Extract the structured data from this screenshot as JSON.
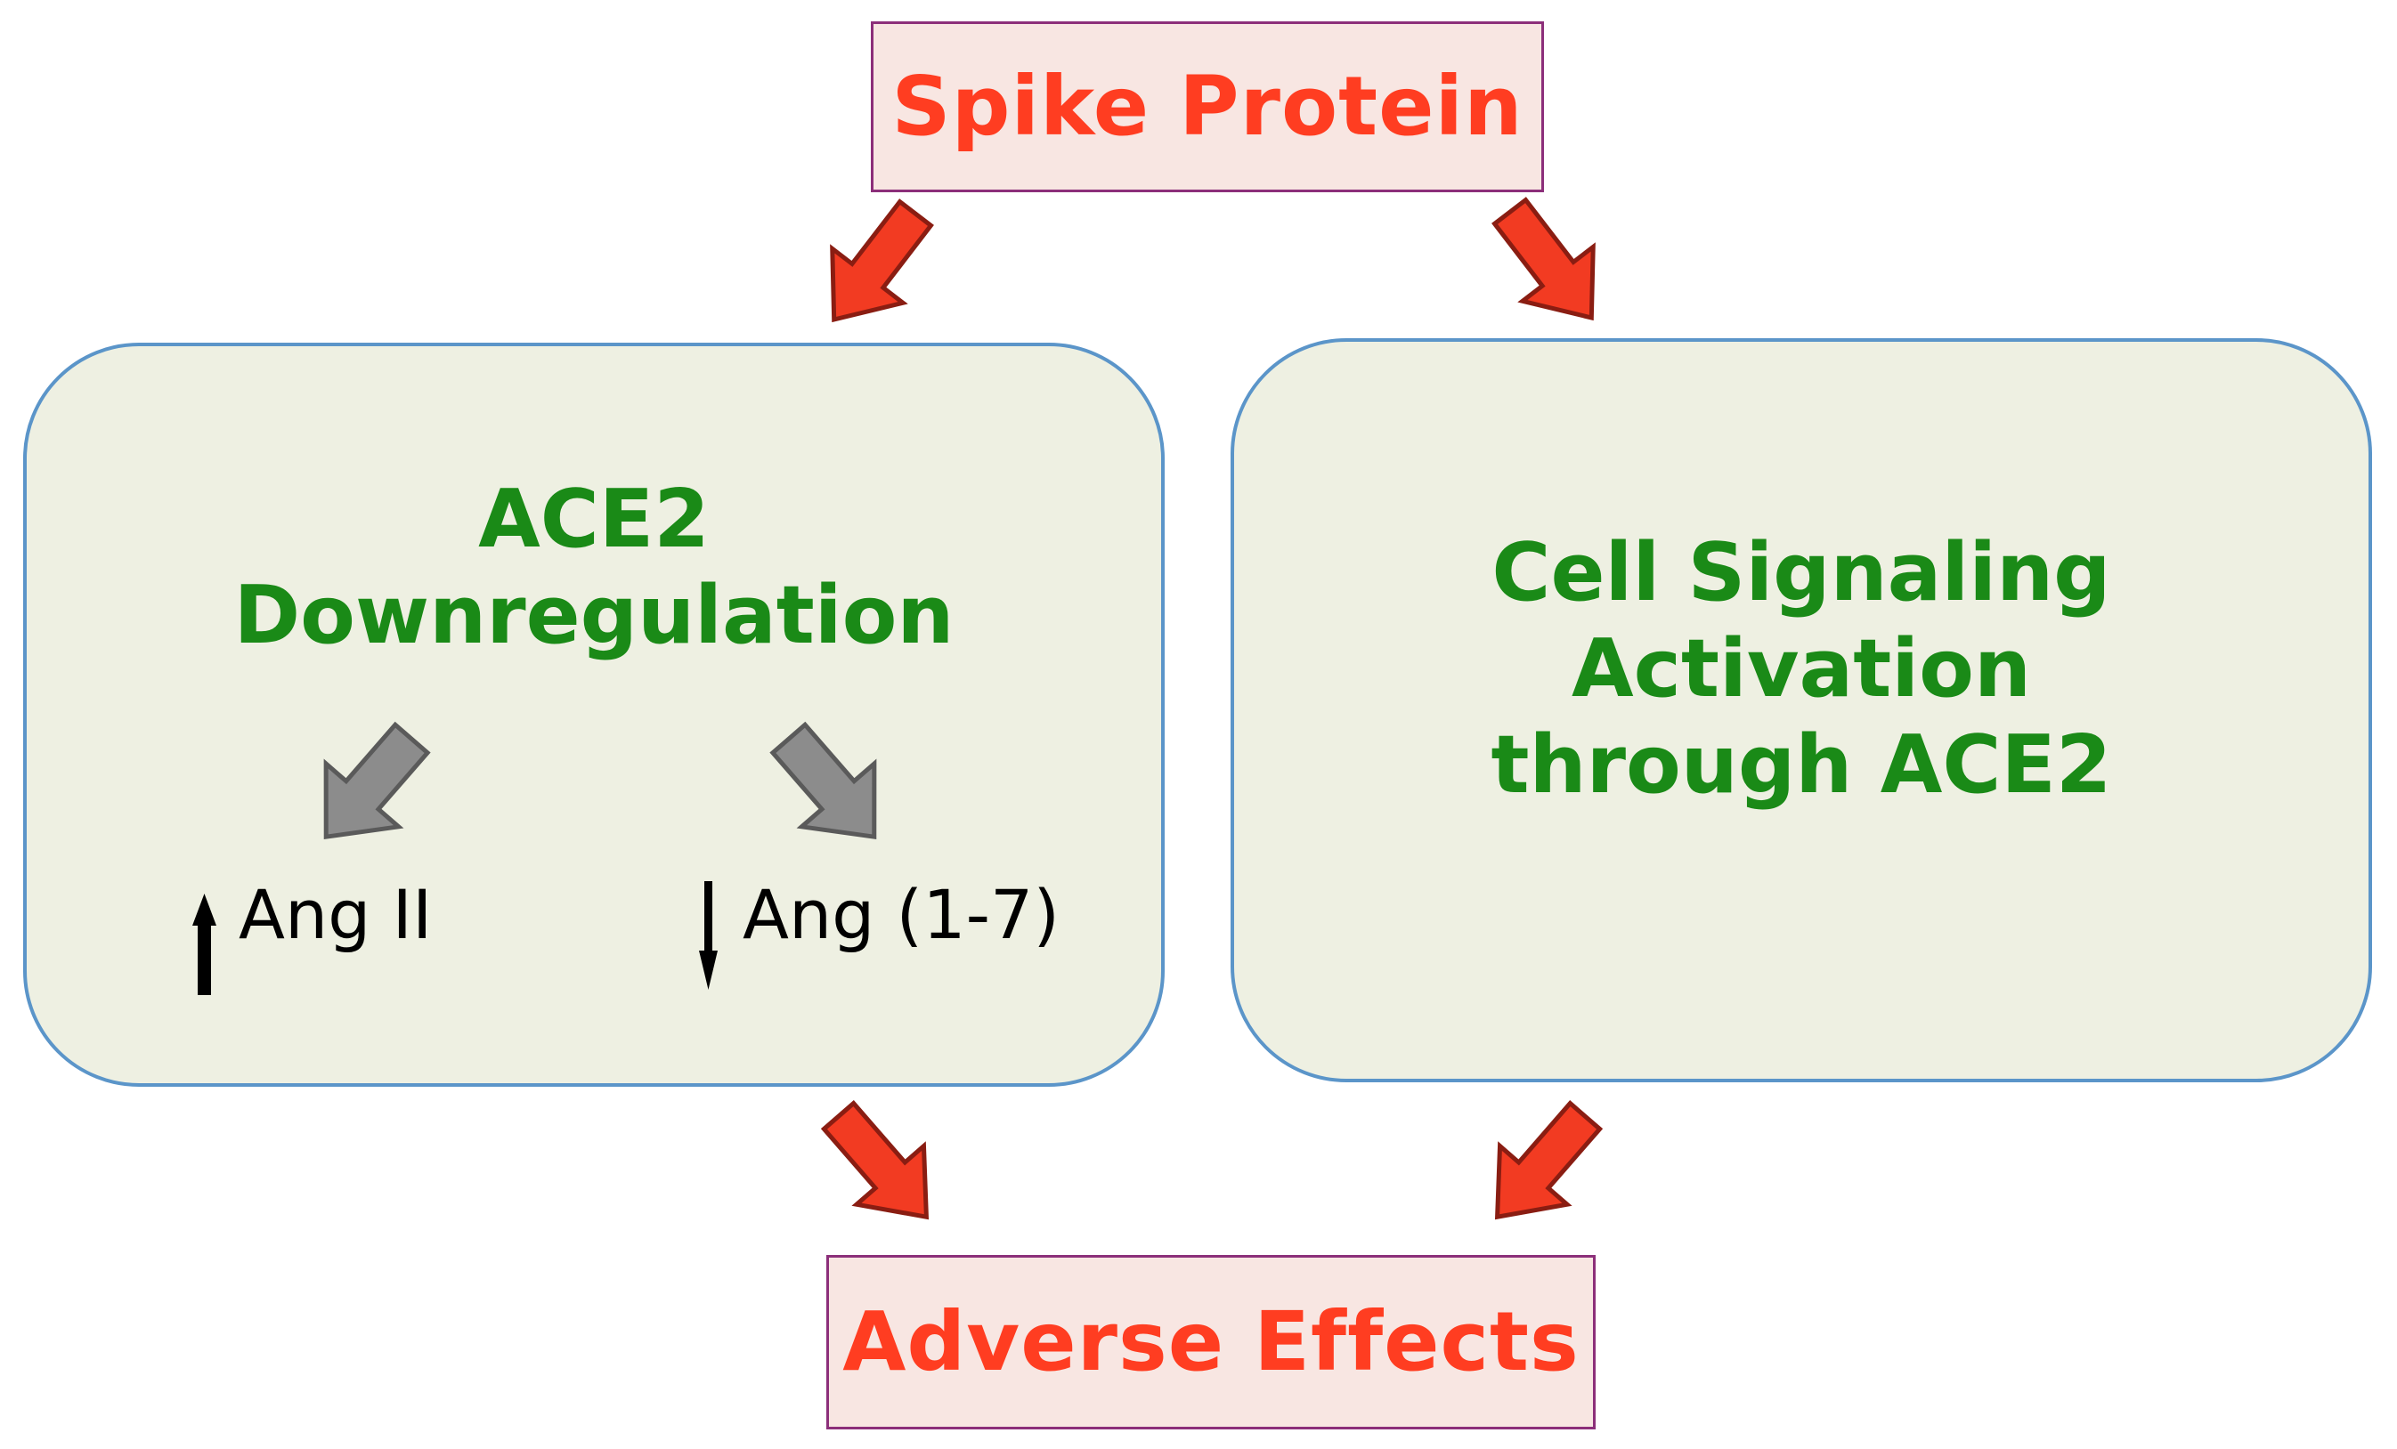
{
  "nodes": {
    "spike_protein": "Spike Protein",
    "ace2_downregulation": [
      "ACE2",
      "Downregulation"
    ],
    "ang_ii": "Ang II",
    "ang_1_7": "Ang (1-7)",
    "cell_signaling": [
      "Cell Signaling",
      "Activation",
      "through ACE2"
    ],
    "adverse_effects": "Adverse Effects"
  },
  "colors": {
    "red_text": "#ff3d21",
    "green_text": "#1a8a17",
    "panel_fill": "#eef0e2",
    "panel_border": "#5b95c9",
    "box_fill": "#f8e6e2",
    "box_border": "#8c2f7a",
    "flow_arrow": "#f23b22",
    "sub_arrow": "#8c8c8c"
  },
  "icons": {
    "flow_arrow": "red-block-arrow-icon",
    "sub_arrow": "gray-block-arrow-icon",
    "increase": "up-arrow-icon",
    "decrease": "down-arrow-icon"
  }
}
